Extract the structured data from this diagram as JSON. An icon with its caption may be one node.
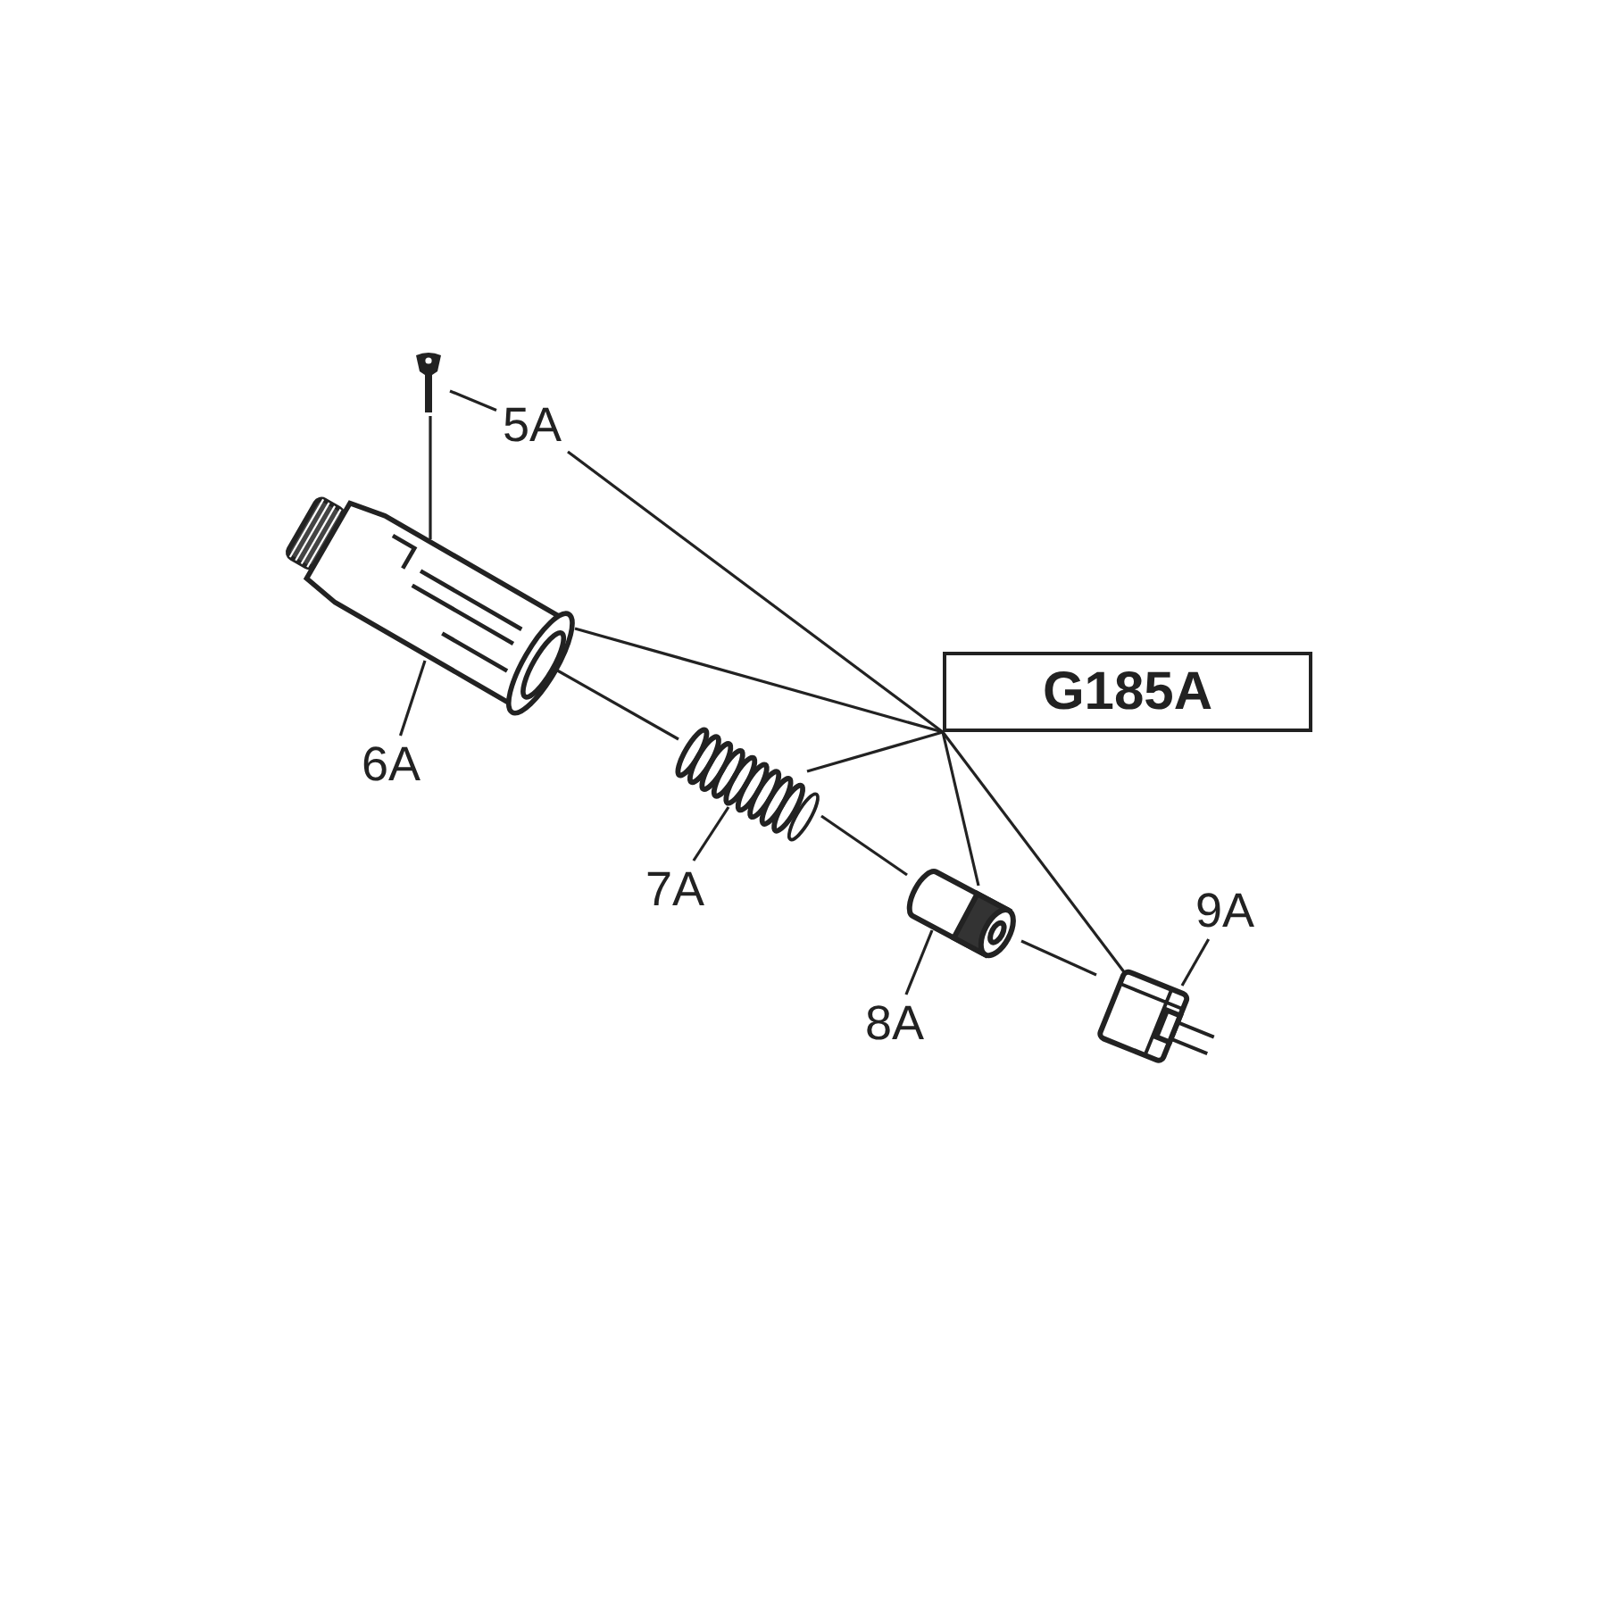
{
  "diagram": {
    "nodes": [
      {
        "text": [
          "G185A"
        ]
      },
      {
        "text": [
          "5A"
        ]
      },
      {
        "text": [],
        "shape": "picture"
      },
      {
        "text": [
          "6A"
        ]
      },
      {
        "text": [],
        "shape": "picture"
      },
      {
        "text": [
          "7A"
        ]
      },
      {
        "text": [],
        "shape": "picture"
      },
      {
        "text": [
          "8A"
        ]
      },
      {
        "text": [],
        "shape": "picture"
      },
      {
        "text": [
          "9A"
        ]
      },
      {
        "text": [],
        "shape": "picture"
      }
    ],
    "edges": [
      {
        "from": 1,
        "to": 2,
        "arrow": "none"
      },
      {
        "from": 3,
        "to": 4,
        "arrow": "none"
      },
      {
        "from": 5,
        "to": 6,
        "arrow": "none"
      },
      {
        "from": 7,
        "to": 8,
        "arrow": "none"
      },
      {
        "from": 9,
        "to": 10,
        "arrow": "none"
      },
      {
        "from": 0,
        "to": 1,
        "arrow": "none"
      },
      {
        "from": 0,
        "to": 4,
        "arrow": "none"
      },
      {
        "from": 0,
        "to": 6,
        "arrow": "none"
      },
      {
        "from": 0,
        "to": 8,
        "arrow": "none"
      },
      {
        "from": 0,
        "to": 10,
        "arrow": "none"
      },
      {
        "from": 2,
        "to": 4,
        "arrow": "none"
      },
      {
        "from": 4,
        "to": 6,
        "arrow": "none"
      },
      {
        "from": 6,
        "to": 8,
        "arrow": "none"
      },
      {
        "from": 8,
        "to": 10,
        "arrow": "none"
      }
    ]
  }
}
